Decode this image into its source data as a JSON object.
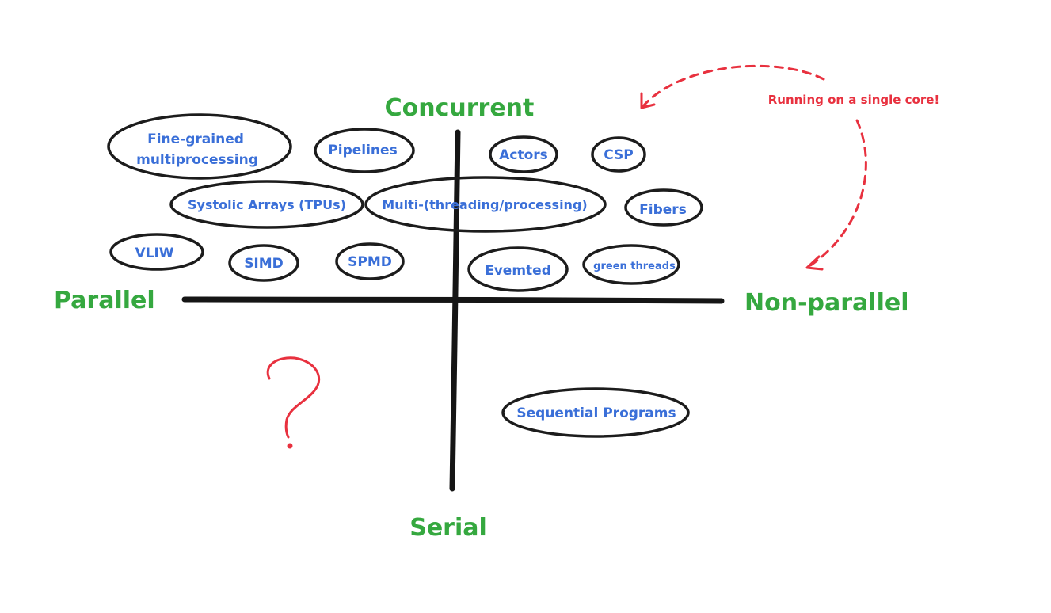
{
  "axes": {
    "top": "Concurrent",
    "bottom": "Serial",
    "left": "Parallel",
    "right": "Non-parallel"
  },
  "items": {
    "fine_grained": [
      "Fine-grained",
      "multiprocessing"
    ],
    "pipelines": "Pipelines",
    "actors": "Actors",
    "csp": "CSP",
    "systolic": "Systolic Arrays (TPUs)",
    "multi": "Multi-(threading/processing)",
    "fibers": "Fibers",
    "vliw": "VLIW",
    "simd": "SIMD",
    "spmd": "SPMD",
    "evented": "Evemted",
    "green_threads": "green threads",
    "sequential": "Sequential Programs"
  },
  "annotation": {
    "note": "Running on a single core!",
    "question": "?"
  },
  "colors": {
    "axis_label": "#35a83f",
    "item_text": "#3a6fd8",
    "annotation": "#e8313f",
    "outline": "#1c1c1c"
  }
}
